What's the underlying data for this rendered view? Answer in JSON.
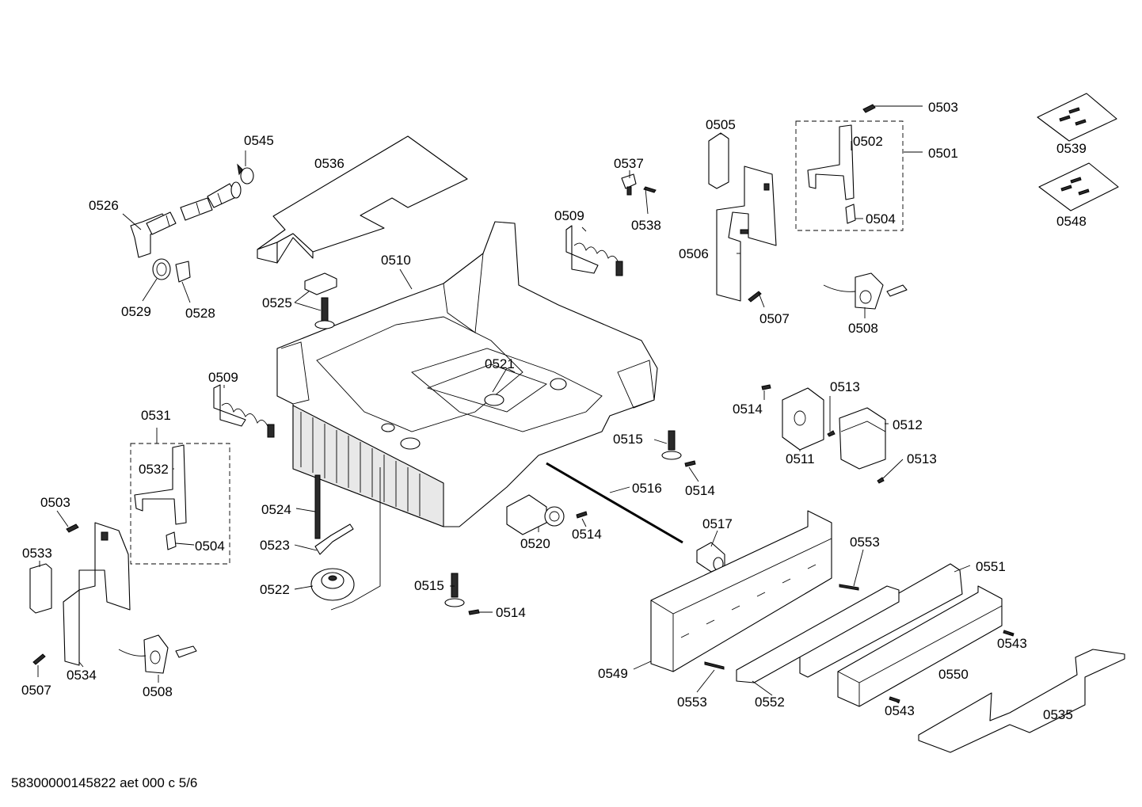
{
  "callouts": {
    "c0501": "0501",
    "c0502": "0502",
    "c0503a": "0503",
    "c0503b": "0503",
    "c0504a": "0504",
    "c0504b": "0504",
    "c0505": "0505",
    "c0506": "0506",
    "c0507a": "0507",
    "c0507b": "0507",
    "c0508a": "0508",
    "c0508b": "0508",
    "c0509a": "0509",
    "c0509b": "0509",
    "c0510": "0510",
    "c0511": "0511",
    "c0512": "0512",
    "c0513a": "0513",
    "c0513b": "0513",
    "c0514a": "0514",
    "c0514b": "0514",
    "c0514c": "0514",
    "c0514d": "0514",
    "c0515a": "0515",
    "c0515b": "0515",
    "c0516": "0516",
    "c0517": "0517",
    "c0520": "0520",
    "c0521": "0521",
    "c0522": "0522",
    "c0523": "0523",
    "c0524": "0524",
    "c0525": "0525",
    "c0526": "0526",
    "c0528": "0528",
    "c0529": "0529",
    "c0531": "0531",
    "c0532": "0532",
    "c0533": "0533",
    "c0534": "0534",
    "c0535": "0535",
    "c0536": "0536",
    "c0537": "0537",
    "c0538": "0538",
    "c0539": "0539",
    "c0543a": "0543",
    "c0543b": "0543",
    "c0545": "0545",
    "c0548": "0548",
    "c0549": "0549",
    "c0550": "0550",
    "c0551": "0551",
    "c0552": "0552",
    "c0553a": "0553",
    "c0553b": "0553"
  },
  "footer": "58300000145822 aet 000 c 5/6"
}
